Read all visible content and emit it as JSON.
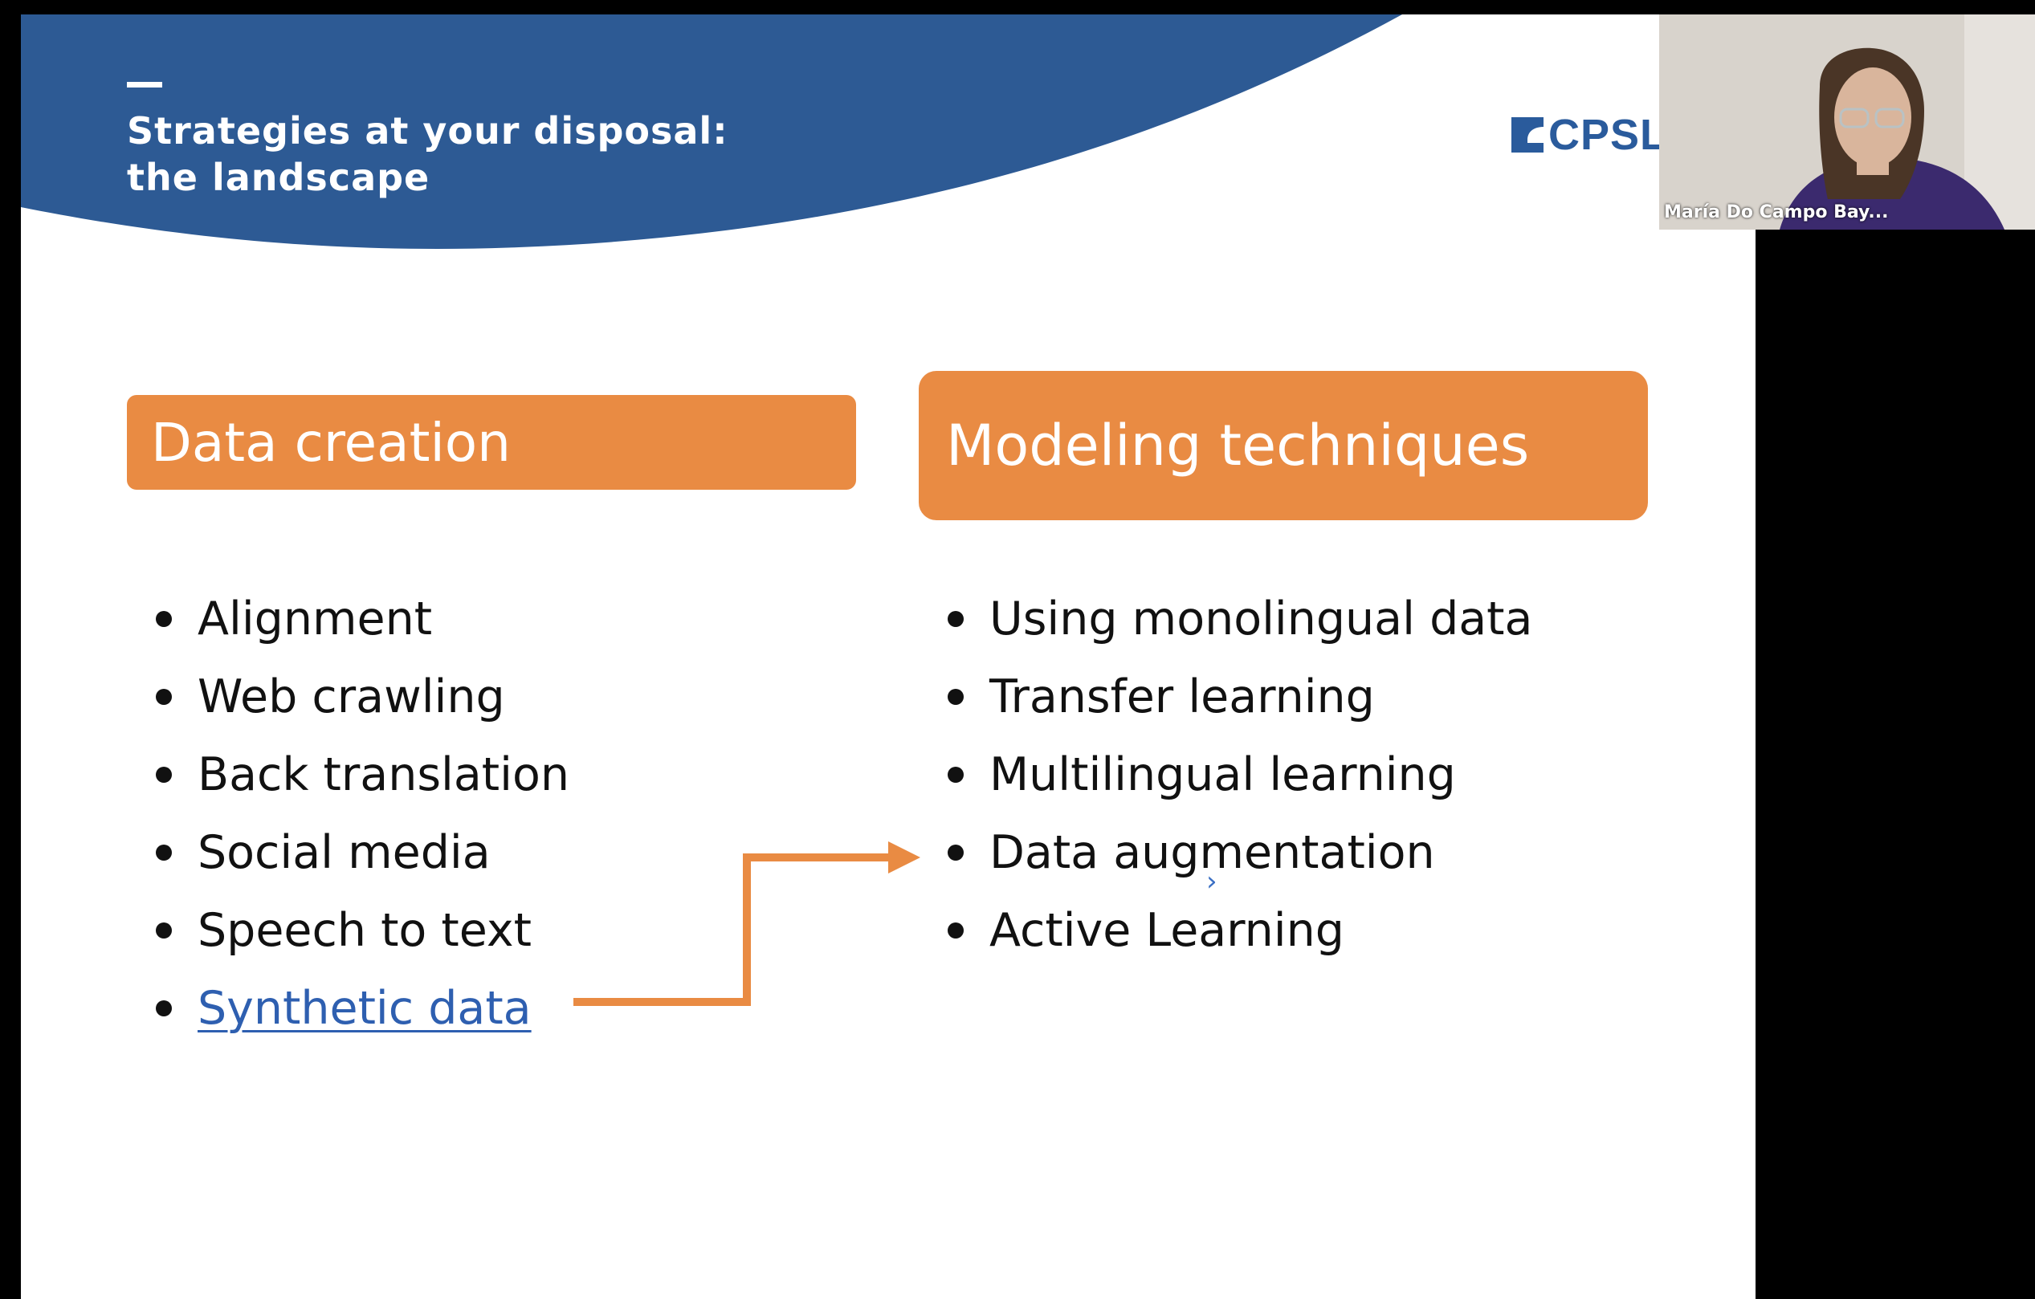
{
  "slide": {
    "title_lines": [
      "Strategies at your disposal:",
      "the landscape"
    ],
    "logo_text": "CPSL",
    "left_column": {
      "heading": "Data creation",
      "items": [
        "Alignment",
        "Web crawling",
        "Back translation",
        "Social media",
        "Speech to text"
      ],
      "link_item": "Synthetic data"
    },
    "right_column": {
      "heading": "Modeling techniques",
      "items": [
        "Using monolingual data",
        "Transfer learning",
        "Multilingual learning",
        "Data augmentation",
        "Active Learning"
      ]
    },
    "colors": {
      "header_blue": "#2d5a94",
      "accent_orange": "#e98b43",
      "link_blue": "#2e5fb0"
    }
  },
  "video_call": {
    "participant_name": "María Do Campo Bay..."
  },
  "icons": {
    "cursor": "chevron-right-icon"
  }
}
